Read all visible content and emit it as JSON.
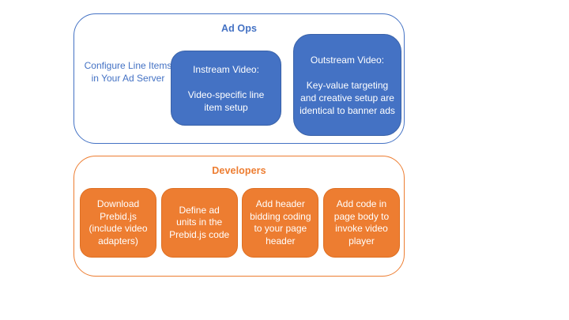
{
  "colors": {
    "blue": "#4472C4",
    "blue_border": "#3A62A8",
    "orange": "#ED7D31",
    "orange_border": "#DE6F22",
    "box_text": "#FFFFFF",
    "background": "#FFFFFF"
  },
  "ad_ops": {
    "title": "Ad Ops",
    "side_note": "Configure Line Items in Your Ad Server",
    "boxes": [
      {
        "heading": "Instream Video:",
        "body": "Video-specific line item setup"
      },
      {
        "heading": "Outstream Video:",
        "body": "Key-value targeting and creative setup are identical to banner ads"
      }
    ]
  },
  "developers": {
    "title": "Developers",
    "steps": [
      "Download Prebid.js (include video adapters)",
      "Define ad units in the Prebid.js code",
      "Add header bidding coding to your page header",
      "Add code in page body to invoke video player"
    ]
  }
}
